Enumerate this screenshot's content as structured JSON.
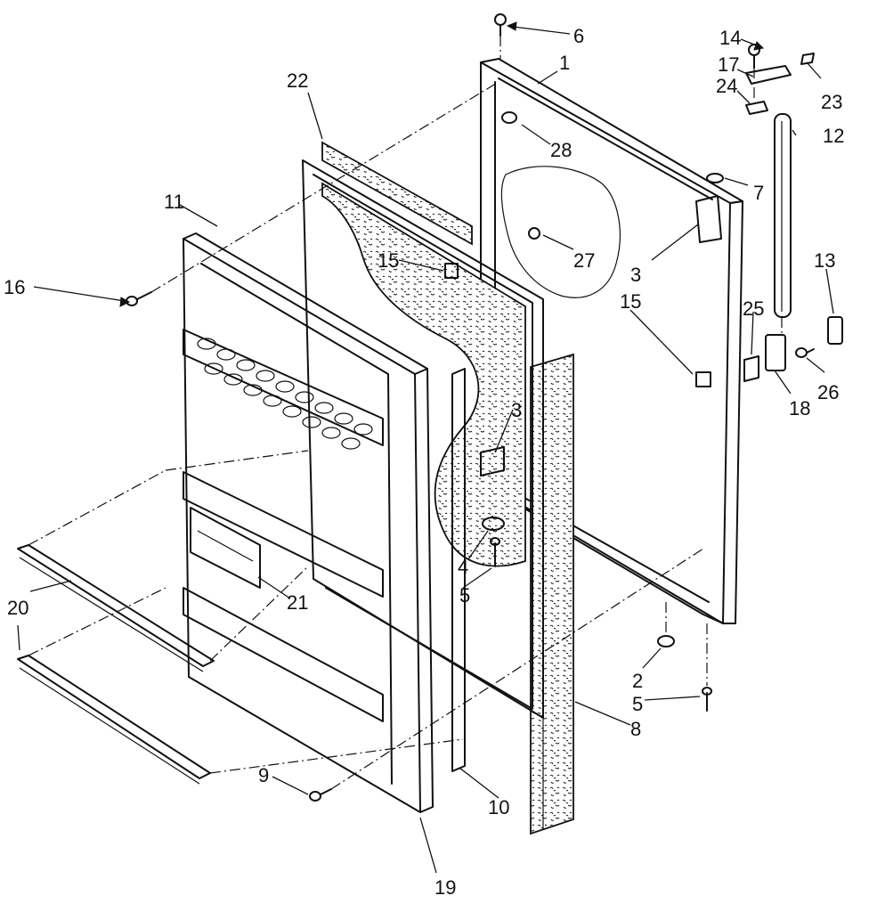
{
  "callouts": [
    {
      "id": "1",
      "text": "1"
    },
    {
      "id": "2",
      "text": "2"
    },
    {
      "id": "3a",
      "text": "3"
    },
    {
      "id": "3b",
      "text": "3"
    },
    {
      "id": "4",
      "text": "4"
    },
    {
      "id": "5a",
      "text": "5"
    },
    {
      "id": "5b",
      "text": "5"
    },
    {
      "id": "6",
      "text": "6"
    },
    {
      "id": "7",
      "text": "7"
    },
    {
      "id": "8",
      "text": "8"
    },
    {
      "id": "9",
      "text": "9"
    },
    {
      "id": "10",
      "text": "10"
    },
    {
      "id": "11",
      "text": "11"
    },
    {
      "id": "12",
      "text": "12"
    },
    {
      "id": "13",
      "text": "13"
    },
    {
      "id": "14",
      "text": "14"
    },
    {
      "id": "15a",
      "text": "15"
    },
    {
      "id": "15b",
      "text": "15"
    },
    {
      "id": "16",
      "text": "16"
    },
    {
      "id": "17",
      "text": "17"
    },
    {
      "id": "18",
      "text": "18"
    },
    {
      "id": "19",
      "text": "19"
    },
    {
      "id": "20",
      "text": "20"
    },
    {
      "id": "21",
      "text": "21"
    },
    {
      "id": "22",
      "text": "22"
    },
    {
      "id": "23",
      "text": "23"
    },
    {
      "id": "24",
      "text": "24"
    },
    {
      "id": "25",
      "text": "25"
    },
    {
      "id": "26",
      "text": "26"
    },
    {
      "id": "27",
      "text": "27"
    },
    {
      "id": "28",
      "text": "28"
    }
  ],
  "style": {
    "ink": "#111111",
    "paper": "#ffffff"
  }
}
